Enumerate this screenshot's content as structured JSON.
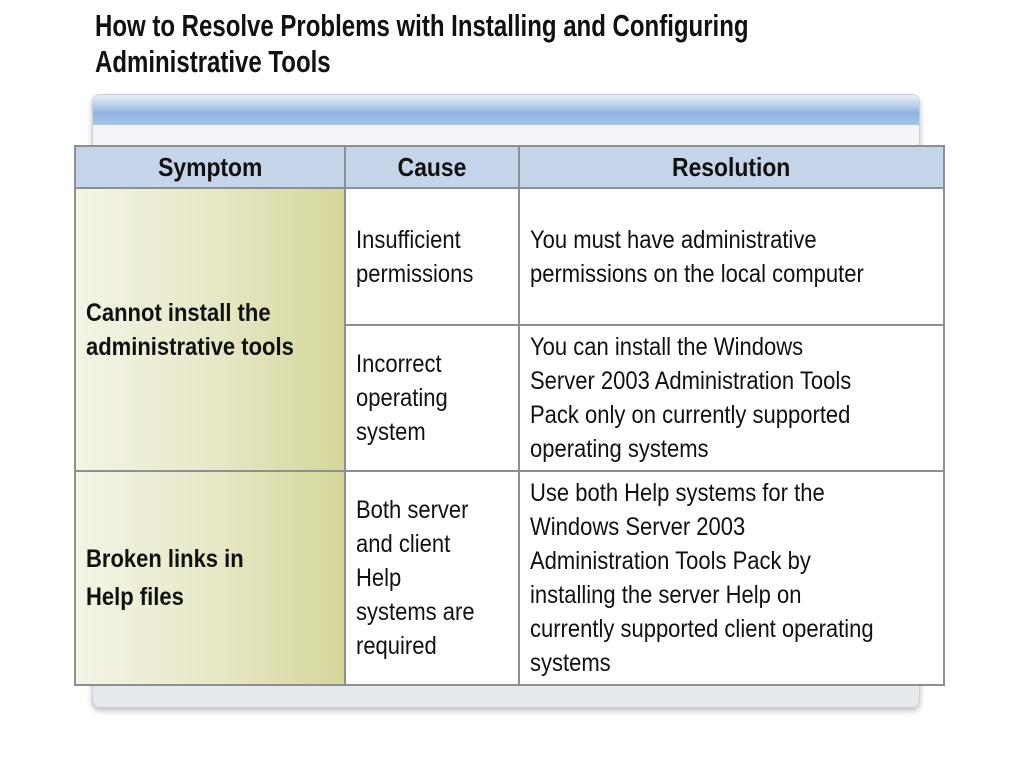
{
  "title": {
    "line1": "How to Resolve Problems with Installing and Configuring",
    "line2": "Administrative Tools"
  },
  "table": {
    "headers": [
      "Symptom",
      "Cause",
      "Resolution"
    ],
    "rows": [
      {
        "symptom": [
          "Cannot install the",
          "administrative tools"
        ],
        "entries": [
          {
            "cause": [
              "Insufficient",
              "permissions"
            ],
            "resolution": [
              "You must have administrative",
              "permissions on the local computer"
            ]
          },
          {
            "cause": [
              "Incorrect",
              "operating",
              "system"
            ],
            "resolution": [
              "You can install the Windows",
              "Server 2003 Administration Tools",
              "Pack only on currently supported",
              "operating systems"
            ]
          }
        ]
      },
      {
        "symptom": [
          "Broken links in",
          "Help files"
        ],
        "entries": [
          {
            "cause": [
              "Both server",
              "and client",
              "Help",
              "systems are",
              "required"
            ],
            "resolution": [
              "Use both Help systems for the",
              "Windows Server 2003",
              "Administration Tools Pack by",
              "installing the server Help on",
              "currently supported client operating",
              "systems"
            ]
          }
        ]
      }
    ]
  },
  "colors": {
    "header_fill": "#c4d5ea",
    "symptom_fill": "#d5d69a",
    "grid_line": "#8f8f8f"
  }
}
